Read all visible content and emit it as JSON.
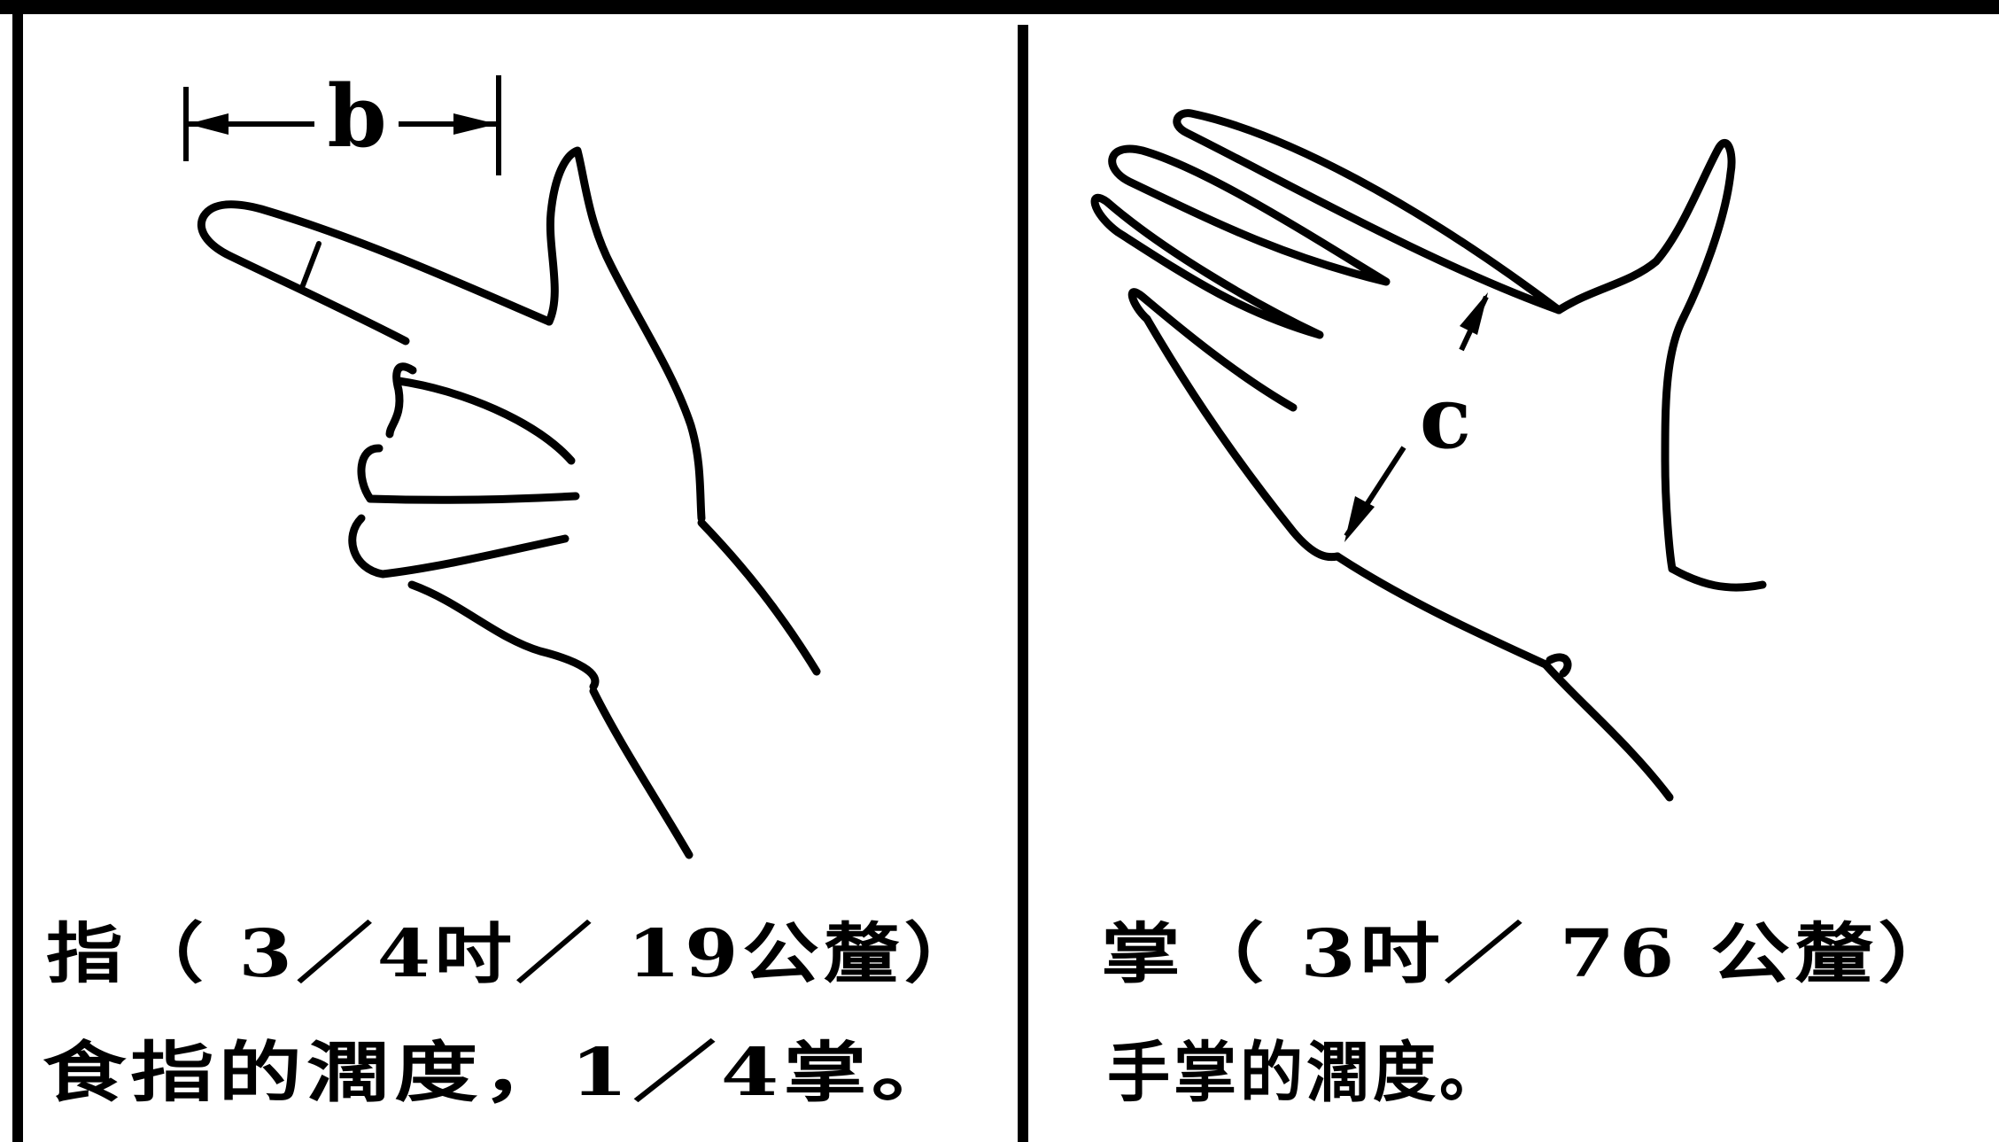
{
  "labels": {
    "b": "b",
    "c": "c"
  },
  "panels": [
    {
      "caption_line1": "指（ 3／4吋／ 19公釐）",
      "caption_line2": "食指的濶度，1／4掌。"
    },
    {
      "caption_line1": "掌（ 3吋／ 76 公釐）",
      "caption_line2": "手掌的濶度。"
    }
  ]
}
